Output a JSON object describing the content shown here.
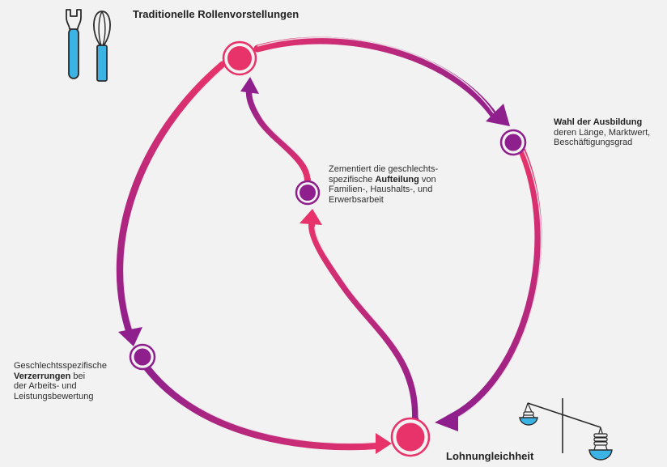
{
  "nodes": {
    "top": {
      "title_line1": "Traditionelle",
      "title_line2": "Rollenvorstellungen"
    },
    "right": {
      "bold": "Wahl der Ausbildung",
      "line2": "deren Länge, Marktwert,",
      "line3": "Beschäftigungsgrad"
    },
    "center": {
      "line1": "Zementiert die geschlechts-",
      "line2_pre": "spezifische ",
      "line2_bold": "Aufteilung",
      "line2_post": " von",
      "line3": "Familien-, Haushalts-, und",
      "line4": "Erwerbsarbeit"
    },
    "left": {
      "line1": "Geschlechtsspezifische",
      "line2_bold": "Verzerrungen",
      "line2_post": " bei",
      "line3": "der Arbeits- und",
      "line4": "Leistungsbewertung"
    },
    "bottom": {
      "title": "Lohnungleichheit"
    }
  },
  "colors": {
    "pink": "#e8336a",
    "purple": "#8e1f8c",
    "blue": "#3bb4e5",
    "dark": "#2b2b2b"
  },
  "icons": {
    "top": "wrench-and-whisk-icon",
    "bottom": "balance-scale-icon"
  }
}
